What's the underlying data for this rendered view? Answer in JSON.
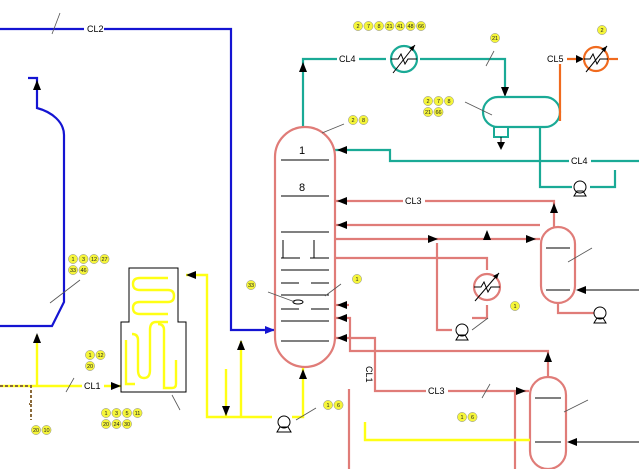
{
  "lines": {
    "cl1": "CL1",
    "cl2": "CL2",
    "cl3_a": "CL3",
    "cl3_b": "CL3",
    "cl4_a": "CL4",
    "cl4_b": "CL4",
    "cl5": "CL5",
    "cl1_vertical": "CL1"
  },
  "column": {
    "tray_top": "1",
    "tray_feed": "8"
  },
  "badges": {
    "furnace_top": [
      "1",
      "3",
      "12",
      "27"
    ],
    "furnace_mid": [
      "33",
      "46"
    ],
    "furnace_left_1": [
      "1",
      "12"
    ],
    "furnace_left_2": [
      "20"
    ],
    "furnace_bottom_1": [
      "1",
      "3",
      "5",
      "11"
    ],
    "furnace_bottom_2": [
      "20",
      "24",
      "30"
    ],
    "left_bottom": [
      "20",
      "10"
    ],
    "column_top": [
      "2",
      "8"
    ],
    "column_mid": [
      "1"
    ],
    "column_inner": [
      "33"
    ],
    "pump_bottom": [
      "1",
      "6"
    ],
    "condenser_top": [
      "2",
      "7",
      "8",
      "21",
      "41",
      "48",
      "66"
    ],
    "cl4_valve": [
      "21"
    ],
    "drum_1": [
      "2",
      "7",
      "8"
    ],
    "drum_2": [
      "21",
      "66"
    ],
    "cl5_exchanger": [
      "2"
    ],
    "reboiler": [
      "1"
    ],
    "stripper_bottom": [
      "1",
      "6"
    ]
  },
  "colors": {
    "column": "#e07c78",
    "blue": "#1414d2",
    "teal": "#1aaa96",
    "yellow": "#ffff14",
    "orange": "#f06a1e",
    "brown": "#8a6a3a",
    "badge": "#f5f53a"
  }
}
